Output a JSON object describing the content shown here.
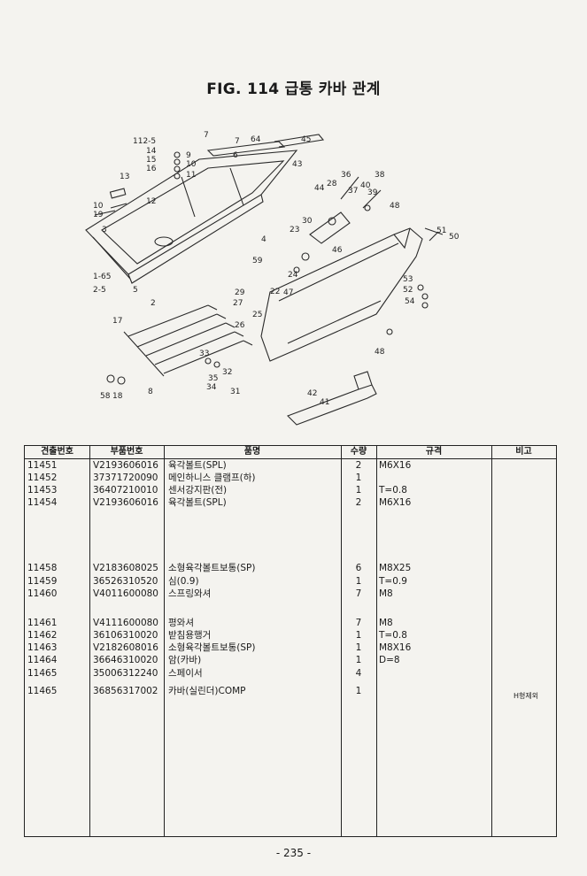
{
  "title": "FIG. 114 급통 카바 관계",
  "diagram_callouts": [
    "112-5",
    "14",
    "15",
    "16",
    "13",
    "10",
    "19",
    "3",
    "2",
    "1-65",
    "2-5",
    "5",
    "6",
    "7",
    "9",
    "10",
    "11",
    "12",
    "4",
    "59",
    "29",
    "27",
    "26",
    "25",
    "22",
    "47",
    "28",
    "23",
    "24",
    "30",
    "36",
    "37",
    "38",
    "39",
    "40",
    "44",
    "43",
    "45",
    "64",
    "46",
    "48",
    "50",
    "51",
    "52",
    "53",
    "54",
    "17",
    "8",
    "58",
    "18",
    "33",
    "35",
    "34",
    "32",
    "31",
    "42",
    "41",
    "48"
  ],
  "table": {
    "headers": {
      "no": "견출번호",
      "part_no": "부품번호",
      "name": "품명",
      "qty": "수량",
      "spec": "규격",
      "note": "비고"
    },
    "rows": [
      {
        "no": "11451",
        "part_no": "V2193606016",
        "name": "육각볼트(SPL)",
        "qty": "2",
        "spec": "M6X16",
        "note": ""
      },
      {
        "no": "11452",
        "part_no": "37371720090",
        "name": "메인하니스 클램프(하)",
        "qty": "1",
        "spec": "",
        "note": ""
      },
      {
        "no": "11453",
        "part_no": "36407210010",
        "name": "센서강지판(전)",
        "qty": "1",
        "spec": "T=0.8",
        "note": ""
      },
      {
        "no": "11454",
        "part_no": "V2193606016",
        "name": "육각볼트(SPL)",
        "qty": "2",
        "spec": "M6X16",
        "note": ""
      },
      {
        "no": "11458",
        "part_no": "V2183608025",
        "name": "소형육각볼트보통(SP)",
        "qty": "6",
        "spec": "M8X25",
        "note": ""
      },
      {
        "no": "11459",
        "part_no": "36526310520",
        "name": "심(0.9)",
        "qty": "1",
        "spec": "T=0.9",
        "note": ""
      },
      {
        "no": "11460",
        "part_no": "V4011600080",
        "name": "스프링와셔",
        "qty": "7",
        "spec": "M8",
        "note": ""
      },
      {
        "no": "11461",
        "part_no": "V4111600080",
        "name": "평와셔",
        "qty": "7",
        "spec": "M8",
        "note": ""
      },
      {
        "no": "11462",
        "part_no": "36106310020",
        "name": "받침용행거",
        "qty": "1",
        "spec": "T=0.8",
        "note": ""
      },
      {
        "no": "11463",
        "part_no": "V2182608016",
        "name": "소형육각볼트보통(SP)",
        "qty": "1",
        "spec": "M8X16",
        "note": ""
      },
      {
        "no": "11464",
        "part_no": "36646310020",
        "name": "암(카바)",
        "qty": "1",
        "spec": "D=8",
        "note": ""
      },
      {
        "no": "11465",
        "part_no": "35006312240",
        "name": "스페이서",
        "qty": "4",
        "spec": "",
        "note": ""
      },
      {
        "no": "11465",
        "part_no": "36856317002",
        "name": "카바(실린더)COMP",
        "qty": "1",
        "spec": "",
        "note": "H형제외"
      }
    ]
  },
  "page_number": "- 235 -"
}
